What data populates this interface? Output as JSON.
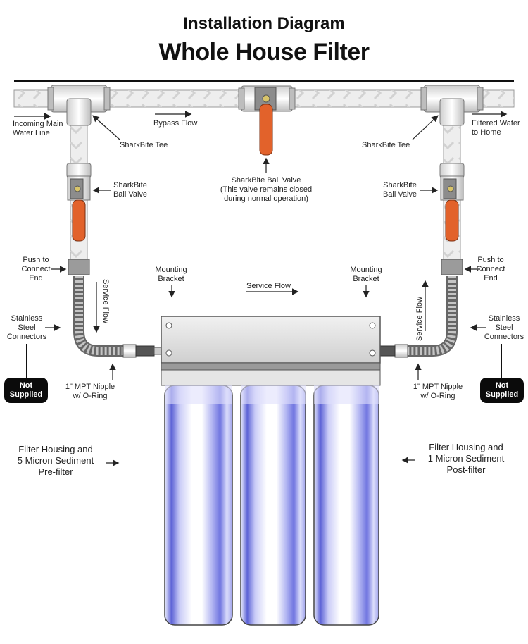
{
  "header": {
    "title_line1": "Installation Diagram",
    "title_line2": "Whole House Filter"
  },
  "labels": {
    "incoming_main": [
      "Incoming Main",
      "Water Line"
    ],
    "bypass_flow": "Bypass Flow",
    "filtered_water": [
      "Filtered Water",
      "to Home"
    ],
    "sharkbite_tee_left": "SharkBite Tee",
    "sharkbite_tee_right": "SharkBite Tee",
    "ball_valve_left": [
      "SharkBite",
      "Ball Valve"
    ],
    "ball_valve_right": [
      "SharkBite",
      "Ball Valve"
    ],
    "bypass_valve": [
      "SharkBite Ball Valve",
      "(This valve remains closed",
      "during normal operation)"
    ],
    "push_connect_left": [
      "Push to",
      "Connect",
      "End"
    ],
    "push_connect_right": [
      "Push to",
      "Connect",
      "End"
    ],
    "mounting_bracket_left": [
      "Mounting",
      "Bracket"
    ],
    "mounting_bracket_right": [
      "Mounting",
      "Bracket"
    ],
    "service_flow_top": "Service Flow",
    "service_flow_left": "Service Flow",
    "service_flow_right": "Service Flow",
    "stainless_left": [
      "Stainless",
      "Steel",
      "Connectors"
    ],
    "stainless_right": [
      "Stainless",
      "Steel",
      "Connectors"
    ],
    "not_supplied_left": [
      "Not",
      "Supplied"
    ],
    "not_supplied_right": [
      "Not",
      "Supplied"
    ],
    "nipple_left": [
      "1\" MPT Nipple",
      "w/ O-Ring"
    ],
    "nipple_right": [
      "1\" MPT Nipple",
      "w/ O-Ring"
    ],
    "prefilter": [
      "Filter Housing and",
      "5 Micron Sediment",
      "Pre-filter"
    ],
    "postfilter": [
      "Filter Housing and",
      "1 Micron Sediment",
      "Post-filter"
    ]
  },
  "colors": {
    "pipe": "#eeeeee",
    "pipe_chevron": "#d0d0d0",
    "valve_handle": "#e2622b",
    "housing_blue": "#6f74e0",
    "housing_light": "#c9cbf7",
    "bracket": "#d9d9d9"
  }
}
